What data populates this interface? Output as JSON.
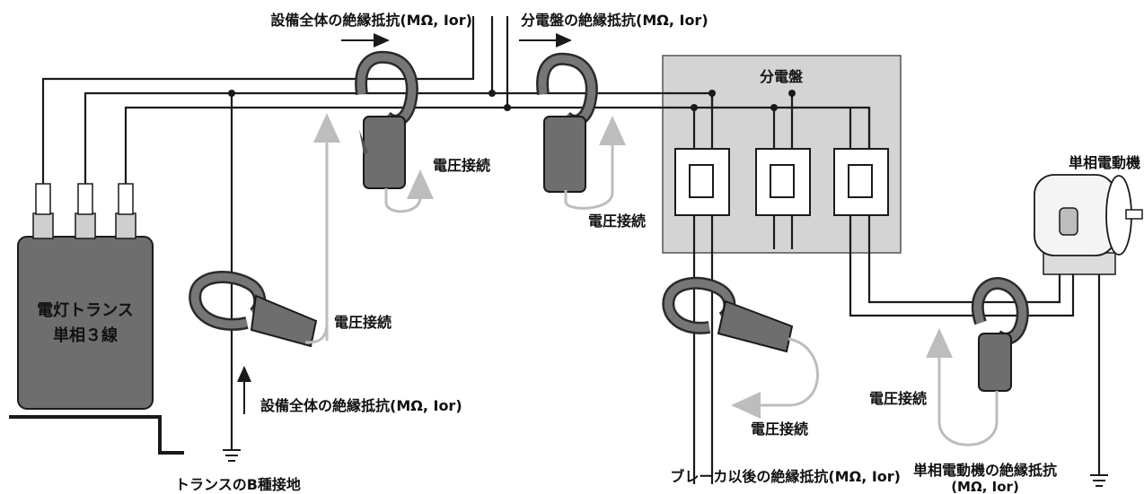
{
  "labels": {
    "total_insulation_top": "設備全体の絶縁抵抗(MΩ, Ior)",
    "panel_insulation": "分電盤の絶縁抵抗(MΩ, Ior)",
    "panel_title": "分電盤",
    "motor_title": "単相電動機",
    "transformer_line1": "電灯トランス",
    "transformer_line2": "単相３線",
    "voltage_conn_1": "電圧接続",
    "voltage_conn_2": "電圧接続",
    "voltage_conn_3": "電圧接続",
    "voltage_conn_4": "電圧接続",
    "voltage_conn_5": "電圧接続",
    "total_insulation_bottom": "設備全体の絶縁抵抗(MΩ, Ior)",
    "b_type_ground": "トランスのB種接地",
    "breaker_insulation": "ブレーカ以後の絶縁抵抗(MΩ, Ior)",
    "motor_insulation_line1": "単相電動機の絶縁抵抗",
    "motor_insulation_line2": "(MΩ, Ior)"
  },
  "colors": {
    "transformer_fill": "#6e6e6e",
    "panel_fill": "#d4d4d4",
    "clamp_body": "#707070",
    "wire": "#1a1a1a",
    "voltage_lead": "#bdbdbd"
  }
}
